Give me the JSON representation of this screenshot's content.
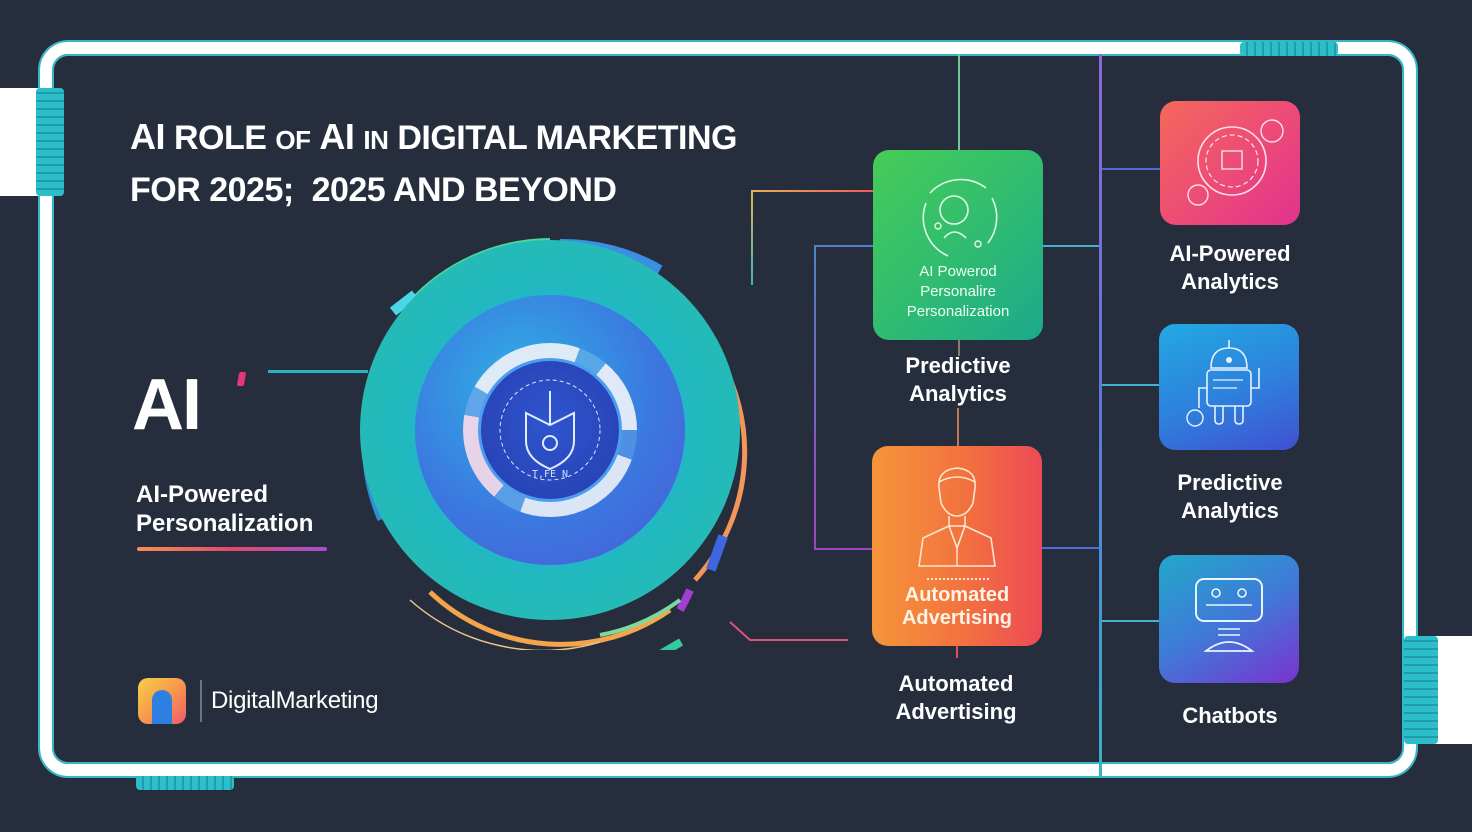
{
  "title": {
    "line1": {
      "p1": "AI",
      "p2": "ROLE",
      "p3": "OF",
      "p4": "AI",
      "p5": "IN",
      "p6": "DIGITAL MARKETING"
    },
    "line2": "FOR 2025;  2025 AND BEYOND"
  },
  "left_panel": {
    "ai_heading": "AI",
    "subtitle_line1": "AI-Powered",
    "subtitle_line2": "Personalization"
  },
  "brand": {
    "name": "DigitalMarketing"
  },
  "orb": {
    "core_text": "T,FE N"
  },
  "middle_column": [
    {
      "card_caption_line1": "AI Powerod",
      "card_caption_line2": "Personalire",
      "card_caption_line3": "Personalization",
      "label_line1": "Predictive",
      "label_line2": "Analytics",
      "icon": "persona-dial-icon",
      "gradient": [
        "#3fcc5a",
        "#1fb38a"
      ]
    },
    {
      "card_caption_line1": "Automated",
      "card_caption_line2": "Advertising",
      "label_line1": "Automated",
      "label_line2": "Advertising",
      "icon": "person-bust-icon",
      "gradient": [
        "#f5953a",
        "#f04a55"
      ]
    }
  ],
  "right_column": [
    {
      "label_line1": "AI-Powered",
      "label_line2": "Analytics",
      "icon": "analytics-dial-icon",
      "gradient": [
        "#f4675c",
        "#e8358c"
      ]
    },
    {
      "label_line1": "Predictive",
      "label_line2": "Analytics",
      "icon": "robot-icon",
      "gradient": [
        "#23a6e0",
        "#3e52d4"
      ]
    },
    {
      "label_line1": "Chatbots",
      "icon": "chatbot-monitor-icon",
      "gradient": [
        "#22a8c8",
        "#7a32d0"
      ]
    }
  ],
  "colors": {
    "background": "#262e3d",
    "frame": "#ffffff",
    "frame_accent": "#2cbfc9"
  }
}
